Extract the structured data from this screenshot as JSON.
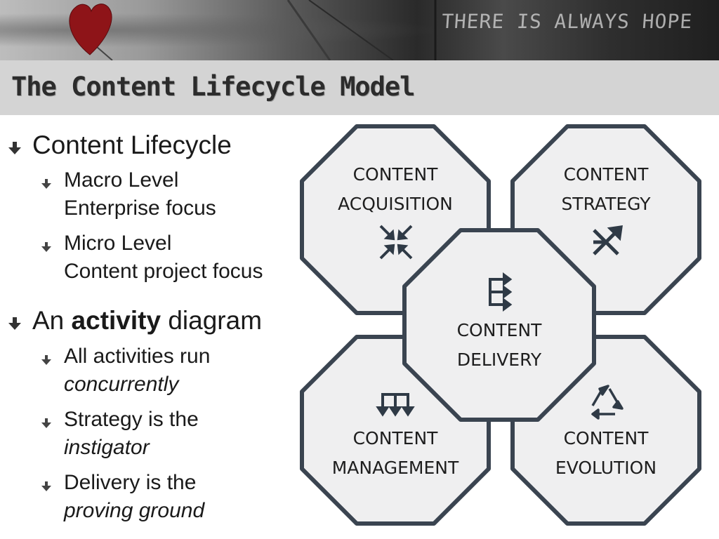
{
  "banner": {
    "wall_text": "THERE IS ALWAYS HOPE"
  },
  "title": "The Content Lifecycle Model",
  "bullets": {
    "b1": "Content Lifecycle",
    "b1_1_line1": "Macro Level",
    "b1_1_line2": "Enterprise focus",
    "b1_2_line1": "Micro Level",
    "b1_2_line2": "Content project focus",
    "b2_pre": "An ",
    "b2_bold": "activity",
    "b2_post": " diagram",
    "b2_1_line1": "All activities run",
    "b2_1_line2": "concurrently",
    "b2_2_line1": "Strategy is the",
    "b2_2_line2": "instigator",
    "b2_3_line1": "Delivery is the",
    "b2_3_line2": "proving ground"
  },
  "diagram": {
    "acquisition": {
      "line1": "CONTENT",
      "line2": "ACQUISITION",
      "icon": "converge-arrows-icon"
    },
    "strategy": {
      "line1": "CONTENT",
      "line2": "STRATEGY",
      "icon": "burst-arrow-icon"
    },
    "delivery": {
      "line1": "CONTENT",
      "line2": "DELIVERY",
      "icon": "fork-right-arrows-icon"
    },
    "management": {
      "line1": "CONTENT",
      "line2": "MANAGEMENT",
      "icon": "fork-down-arrows-icon"
    },
    "evolution": {
      "line1": "CONTENT",
      "line2": "EVOLUTION",
      "icon": "recycle-icon"
    }
  },
  "colors": {
    "title_bar": "#d4d4d4",
    "octagon_fill": "#efeff0",
    "octagon_stroke": "#3a4450",
    "icon": "#2f3a46",
    "heart": "#8e1418"
  }
}
